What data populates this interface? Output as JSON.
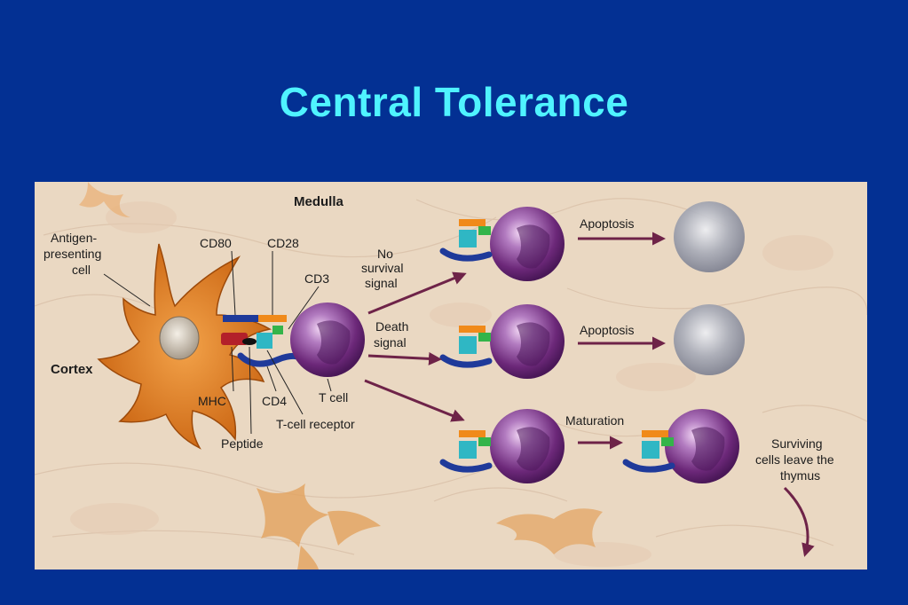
{
  "slide": {
    "title": "Central Tolerance"
  },
  "figure": {
    "regions": {
      "medulla": "Medulla",
      "cortex": "Cortex"
    },
    "apc": {
      "line1": "Antigen-",
      "line2": "presenting",
      "line3": "cell"
    },
    "molecules": {
      "cd80": "CD80",
      "cd28": "CD28",
      "cd3": "CD3",
      "mhc": "MHC",
      "cd4": "CD4",
      "tcr": "T-cell receptor",
      "peptide": "Peptide",
      "tcell": "T cell"
    },
    "signals": {
      "no_survival": {
        "line1": "No",
        "line2": "survival",
        "line3": "signal"
      },
      "death": {
        "line1": "Death",
        "line2": "signal"
      }
    },
    "outcomes": {
      "apoptosis_1": "Apoptosis",
      "apoptosis_2": "Apoptosis",
      "maturation": "Maturation",
      "surviving": {
        "line1": "Surviving",
        "line2": "cells leave the",
        "line3": "thymus"
      }
    },
    "colors": {
      "slide_background": "#033093",
      "title": "#4ff3ff",
      "tissue": "#ead8c2",
      "apc": "#e07a20",
      "tcell": "#7a2f86",
      "dead_cell": "#a9adb8",
      "arrow": "#6e2348"
    }
  }
}
